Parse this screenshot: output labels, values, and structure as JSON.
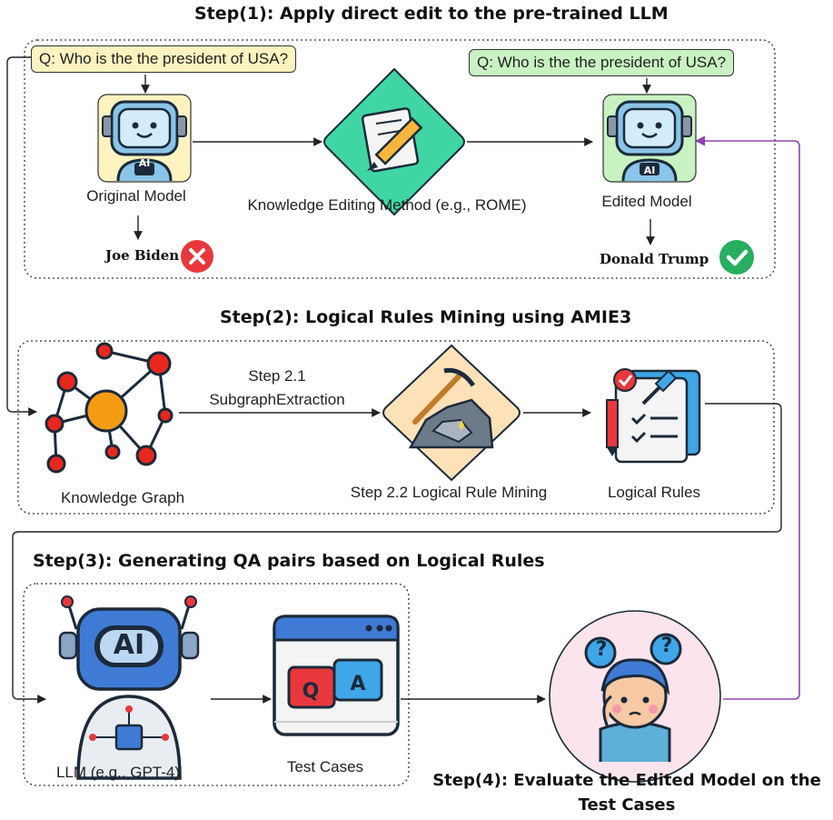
{
  "step1": {
    "title": "Step(1): Apply direct edit to the pre-trained LLM",
    "question_original": "Q: Who is the the president of USA?",
    "question_edited": "Q: Who is the the president of USA?",
    "original_model_label": "Original Model",
    "method_label": "Knowledge Editing Method (e.g., ROME)",
    "edited_model_label": "Edited Model",
    "answer_original": "Joe Biden",
    "answer_edited": "Donald Trump"
  },
  "step2": {
    "title": "Step(2): Logical Rules Mining using AMIE3",
    "kg_label": "Knowledge Graph",
    "edge_label_line1": "Step 2.1",
    "edge_label_line2": "SubgraphExtraction",
    "mining_label": "Step 2.2 Logical Rule Mining",
    "rules_label": "Logical Rules"
  },
  "step3": {
    "title": "Step(3): Generating QA pairs based on Logical Rules",
    "llm_label": "LLM (e.g., GPT-4)",
    "llm_badge": "AI",
    "test_cases_label": "Test Cases",
    "qa_q": "Q",
    "qa_a": "A"
  },
  "step4": {
    "title_line1": "Step(4): Evaluate the Edited Model on the",
    "title_line2": "Test Cases"
  },
  "robot_badge": "AI",
  "colors": {
    "original_bg": "#fdf3c0",
    "edited_bg": "#c9f2c2",
    "method_bg": "#3fd6a4",
    "mining_bg": "#fde1b8",
    "cross": "#e8383d",
    "check": "#27ae60",
    "graph_node": "#e8281e",
    "graph_center": "#f39c12",
    "feedback_arrow": "#8e44ad",
    "eval_bg": "#fce4ec"
  }
}
